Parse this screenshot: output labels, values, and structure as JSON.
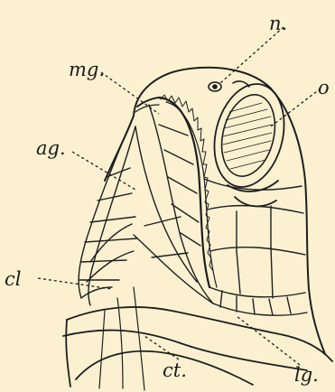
{
  "figure": {
    "background": "#fbf1d1",
    "ink": "#1e1e1e",
    "labels": {
      "n": "n.",
      "o": "o",
      "mg": "mg.",
      "ag": "ag.",
      "cl": "cl",
      "ct": "ct.",
      "lg": "lg."
    }
  }
}
